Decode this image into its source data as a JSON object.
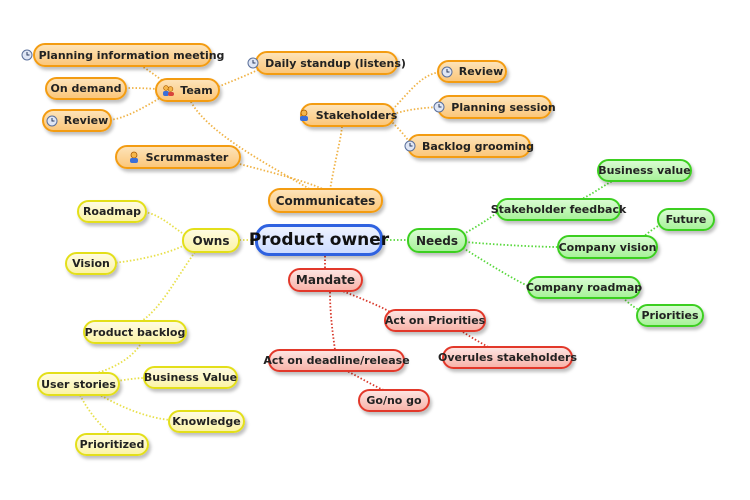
{
  "root": "Product owner",
  "communicates": {
    "label": "Communicates",
    "scrummaster": "Scrummaster",
    "team": {
      "label": "Team",
      "planning_meeting": "Planning information meeting",
      "on_demand": "On demand",
      "review": "Review",
      "daily_standup": "Daily standup (listens)"
    },
    "stakeholders": {
      "label": "Stakeholders",
      "review": "Review",
      "planning_session": "Planning session",
      "backlog_grooming": "Backlog grooming"
    }
  },
  "owns": {
    "label": "Owns",
    "roadmap": "Roadmap",
    "vision": "Vision",
    "product_backlog": "Product backlog",
    "user_stories": {
      "label": "User stories",
      "business_value": "Business Value",
      "knowledge": "Knowledge",
      "prioritized": "Prioritized"
    }
  },
  "needs": {
    "label": "Needs",
    "stakeholder_feedback": {
      "label": "Stakeholder feedback",
      "business_value": "Business value"
    },
    "company_vision": {
      "label": "Company vision",
      "future": "Future"
    },
    "company_roadmap": {
      "label": "Company roadmap",
      "priorities": "Priorities"
    }
  },
  "mandate": {
    "label": "Mandate",
    "act_on_priorities": {
      "label": "Act on Priorities",
      "overules": "Overules stakeholders"
    },
    "act_on_deadline": {
      "label": "Act on deadline/release",
      "go_no_go": "Go/no go"
    }
  },
  "colors": {
    "orange_line": "#f0b347",
    "yellow_line": "#e8e04a",
    "green_line": "#58d83c",
    "red_line": "#d8392b",
    "root_border": "#2f62e0"
  }
}
